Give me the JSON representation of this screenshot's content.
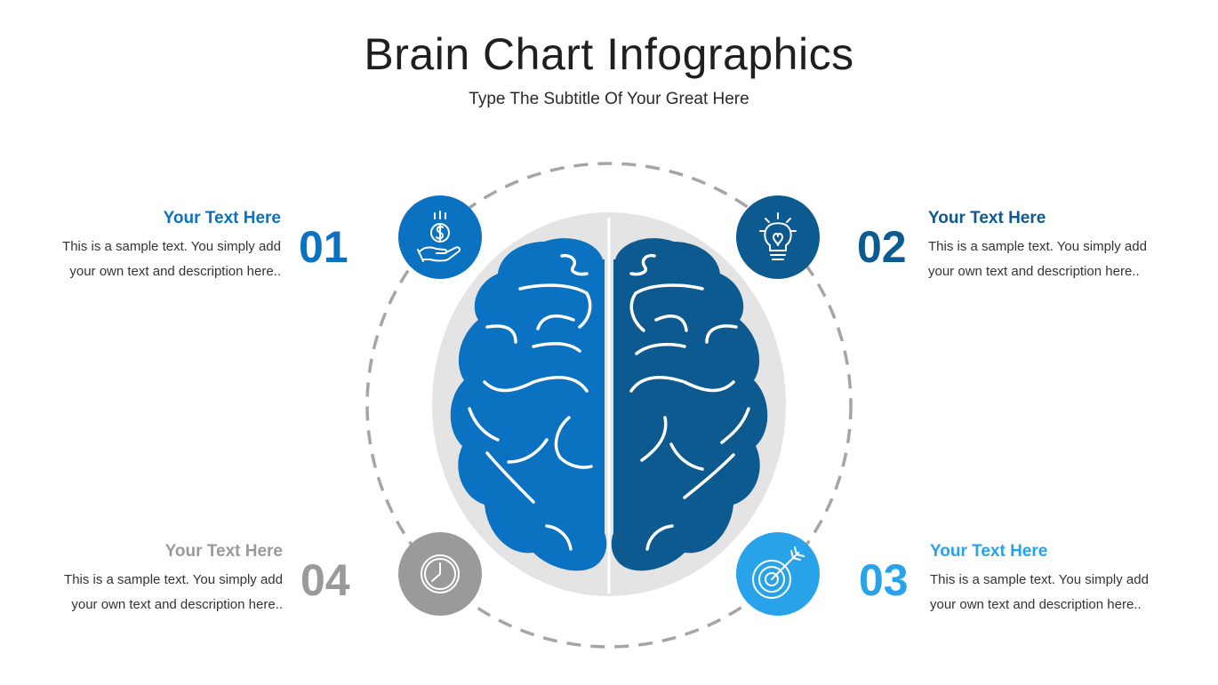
{
  "header": {
    "title": "Brain Chart Infographics",
    "subtitle": "Type The Subtitle Of Your Great Here"
  },
  "colors": {
    "blue": "#0a72c0",
    "dark_blue": "#0d5a91",
    "light_blue": "#28a3ea",
    "gray": "#9a9a9a",
    "halo": "#e4e4e4",
    "dash": "#a5a5a5"
  },
  "items": [
    {
      "number": "01",
      "heading": "Your Text Here",
      "line1": "This is a sample text. You simply add",
      "line2": "your own text and description here..",
      "icon": "hand-money-icon",
      "color": "#0a72c0"
    },
    {
      "number": "02",
      "heading": "Your Text Here",
      "line1": "This is a sample text. You simply add",
      "line2": "your own text and description here..",
      "icon": "lightbulb-icon",
      "color": "#0d5a91"
    },
    {
      "number": "03",
      "heading": "Your Text Here",
      "line1": "This is a sample text. You simply add",
      "line2": "your own text and description here..",
      "icon": "target-icon",
      "color": "#28a3ea"
    },
    {
      "number": "04",
      "heading": "Your Text Here",
      "line1": "This is a sample text. You simply add",
      "line2": "your own text and description here..",
      "icon": "clock-icon",
      "color": "#9a9a9a"
    }
  ]
}
